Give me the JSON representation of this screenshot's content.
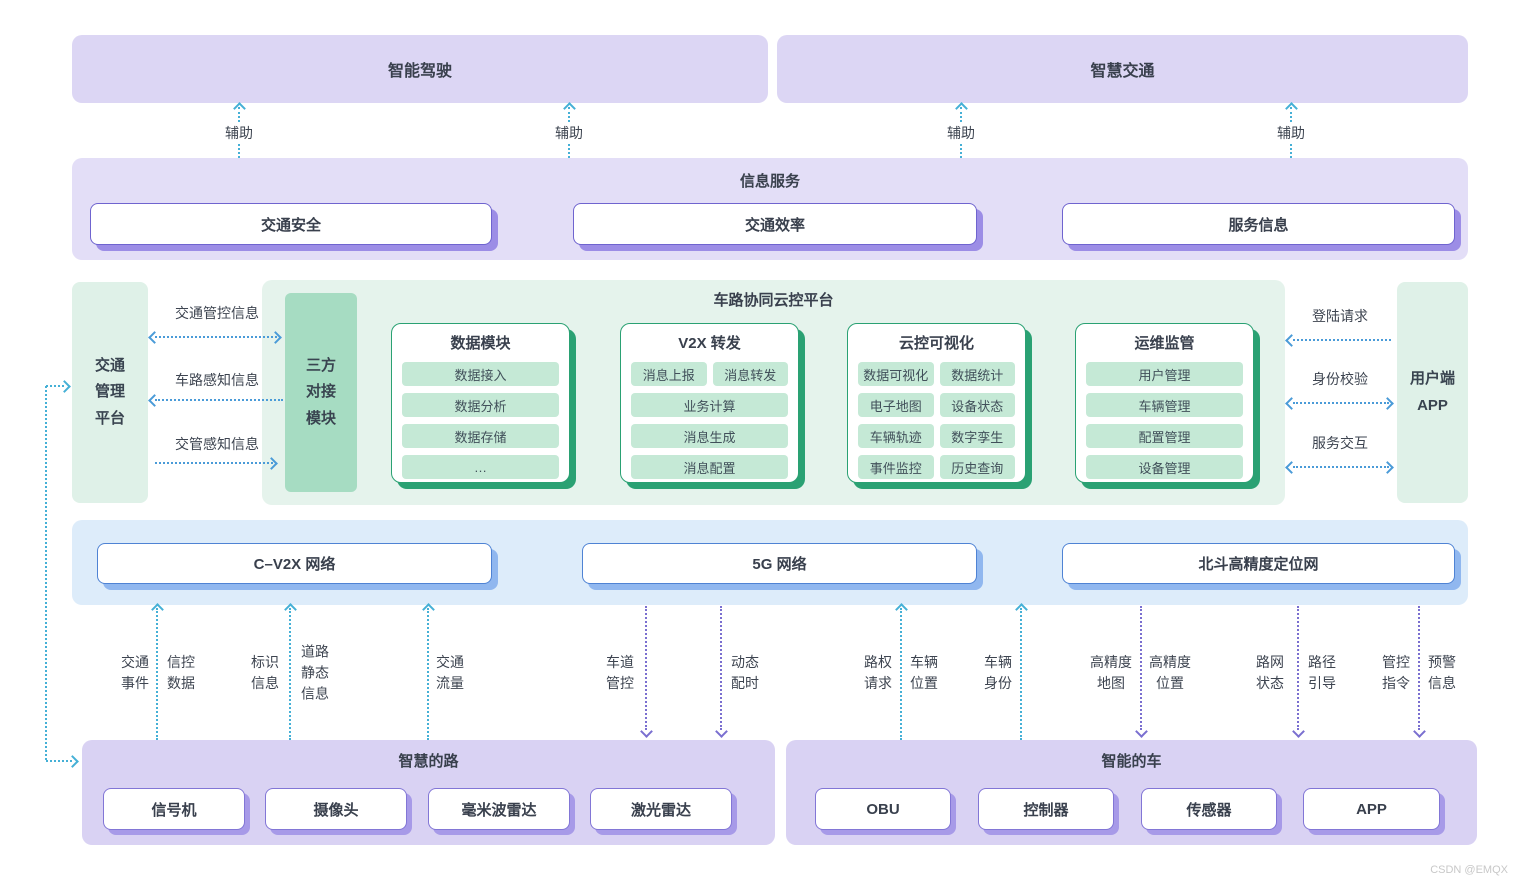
{
  "top_apps": {
    "left": "智能驾驶",
    "right": "智慧交通"
  },
  "assist_label": "辅助",
  "info_service": {
    "title": "信息服务",
    "boxes": [
      "交通安全",
      "交通效率",
      "服务信息"
    ]
  },
  "platform": {
    "title": "车路协同云控平台",
    "traffic_mgmt_platform": "交通\n管理\n平台",
    "third_party_module": "三方\n对接\n模块",
    "user_app": "用户端\nAPP",
    "left_links": [
      {
        "label": "交通管控信息"
      },
      {
        "label": "车路感知信息"
      },
      {
        "label": "交管感知信息"
      }
    ],
    "right_links": [
      {
        "label": "登陆请求"
      },
      {
        "label": "身份校验"
      },
      {
        "label": "服务交互"
      }
    ],
    "cards": [
      {
        "title": "数据模块",
        "rows": [
          [
            "数据接入"
          ],
          [
            "数据分析"
          ],
          [
            "数据存储"
          ],
          [
            "…"
          ]
        ]
      },
      {
        "title": "V2X 转发",
        "rows": [
          [
            "消息上报",
            "消息转发"
          ],
          [
            "业务计算"
          ],
          [
            "消息生成"
          ],
          [
            "消息配置"
          ]
        ]
      },
      {
        "title": "云控可视化",
        "rows": [
          [
            "数据可视化",
            "数据统计"
          ],
          [
            "电子地图",
            "设备状态"
          ],
          [
            "车辆轨迹",
            "数字孪生"
          ],
          [
            "事件监控",
            "历史查询"
          ]
        ]
      },
      {
        "title": "运维监管",
        "rows": [
          [
            "用户管理"
          ],
          [
            "车辆管理"
          ],
          [
            "配置管理"
          ],
          [
            "设备管理"
          ]
        ]
      }
    ]
  },
  "networks": [
    "C–V2X 网络",
    "5G 网络",
    "北斗高精度定位网"
  ],
  "flows": [
    {
      "left": "交通\n事件",
      "right": "信控\n数据"
    },
    {
      "left": "标识\n信息",
      "right": "道路\n静态\n信息"
    },
    {
      "right": "交通\n流量"
    },
    {
      "left": "车道\n管控"
    },
    {
      "right": "动态\n配时"
    },
    {
      "left": "路权\n请求",
      "right": "车辆\n位置"
    },
    {
      "left": "车辆\n身份"
    },
    {
      "left": "高精度\n地图",
      "right": "高精度\n位置"
    },
    {
      "left": "路网\n状态",
      "right": "路径\n引导"
    },
    {
      "left": "管控\n指令",
      "right": "预警\n信息"
    }
  ],
  "road": {
    "title": "智慧的路",
    "devices": [
      "信号机",
      "摄像头",
      "毫米波雷达",
      "激光雷达"
    ]
  },
  "vehicle": {
    "title": "智能的车",
    "devices": [
      "OBU",
      "控制器",
      "传感器",
      "APP"
    ]
  },
  "watermark": "CSDN @EMQX",
  "colors": {
    "purple_band": "#dcd6f4",
    "purple_border": "#6f64cf",
    "purple_shadow": "#9c8de6",
    "green_band": "#e5f3ec",
    "green_box": "#dff1e8",
    "module_green": "#a6dcc2",
    "card_green": "#2aa173",
    "pill_green": "#c5e9d6",
    "blue_band": "#ddecfa",
    "blue_border": "#4f83d4",
    "blue_shadow": "#90b7ef",
    "arrow_teal": "#45b0d6",
    "arrow_blue": "#4a9bd8",
    "arrow_purple": "#7a6fd0"
  }
}
